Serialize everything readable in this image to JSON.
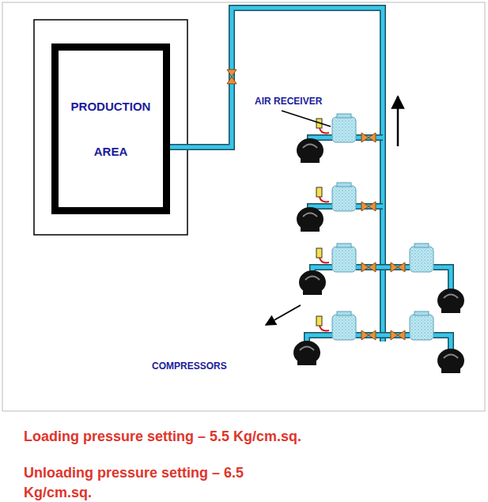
{
  "diagram": {
    "nodes": [
      {
        "text": [
          "PRODUCTION AREA"
        ]
      }
    ],
    "labels": [
      "AIR RECEIVER",
      "COMPRESSORS",
      "Loading pressure setting – 5.5 Kg/cm.sq.",
      "Unloading pressure setting – 6.5 Kg/cm.sq."
    ]
  }
}
